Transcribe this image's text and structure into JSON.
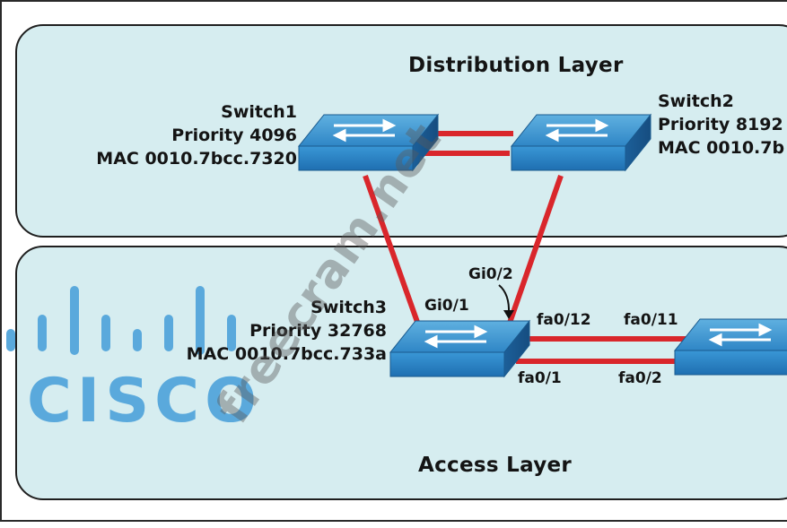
{
  "distribution_layer": {
    "title": "Distribution Layer",
    "switch1": {
      "name": "Switch1",
      "priority": "Priority 4096",
      "mac": "MAC 0010.7bcc.7320"
    },
    "switch2": {
      "name": "Switch2",
      "priority": "Priority 8192",
      "mac": "MAC 0010.7b"
    }
  },
  "access_layer": {
    "title": "Access Layer",
    "switch3": {
      "name": "Switch3",
      "priority": "Priority 32768",
      "mac": "MAC 0010.7bcc.733a"
    },
    "ports": {
      "gi0_2": "Gi0/2",
      "gi0_1": "Gi0/1",
      "fa0_12": "fa0/12",
      "fa0_11": "fa0/11",
      "fa0_1": "fa0/1",
      "fa0_2": "fa0/2"
    }
  },
  "branding": {
    "logo_text": "CISCO",
    "watermark": "freecram.net"
  },
  "colors": {
    "layer_fill": "#d5ecef",
    "layer_border": "#1f1f1f",
    "link": "#d9262b",
    "switch_top": "#3f95cf",
    "switch_front": "#2d7fc4",
    "logo": "#5aa9dc"
  }
}
